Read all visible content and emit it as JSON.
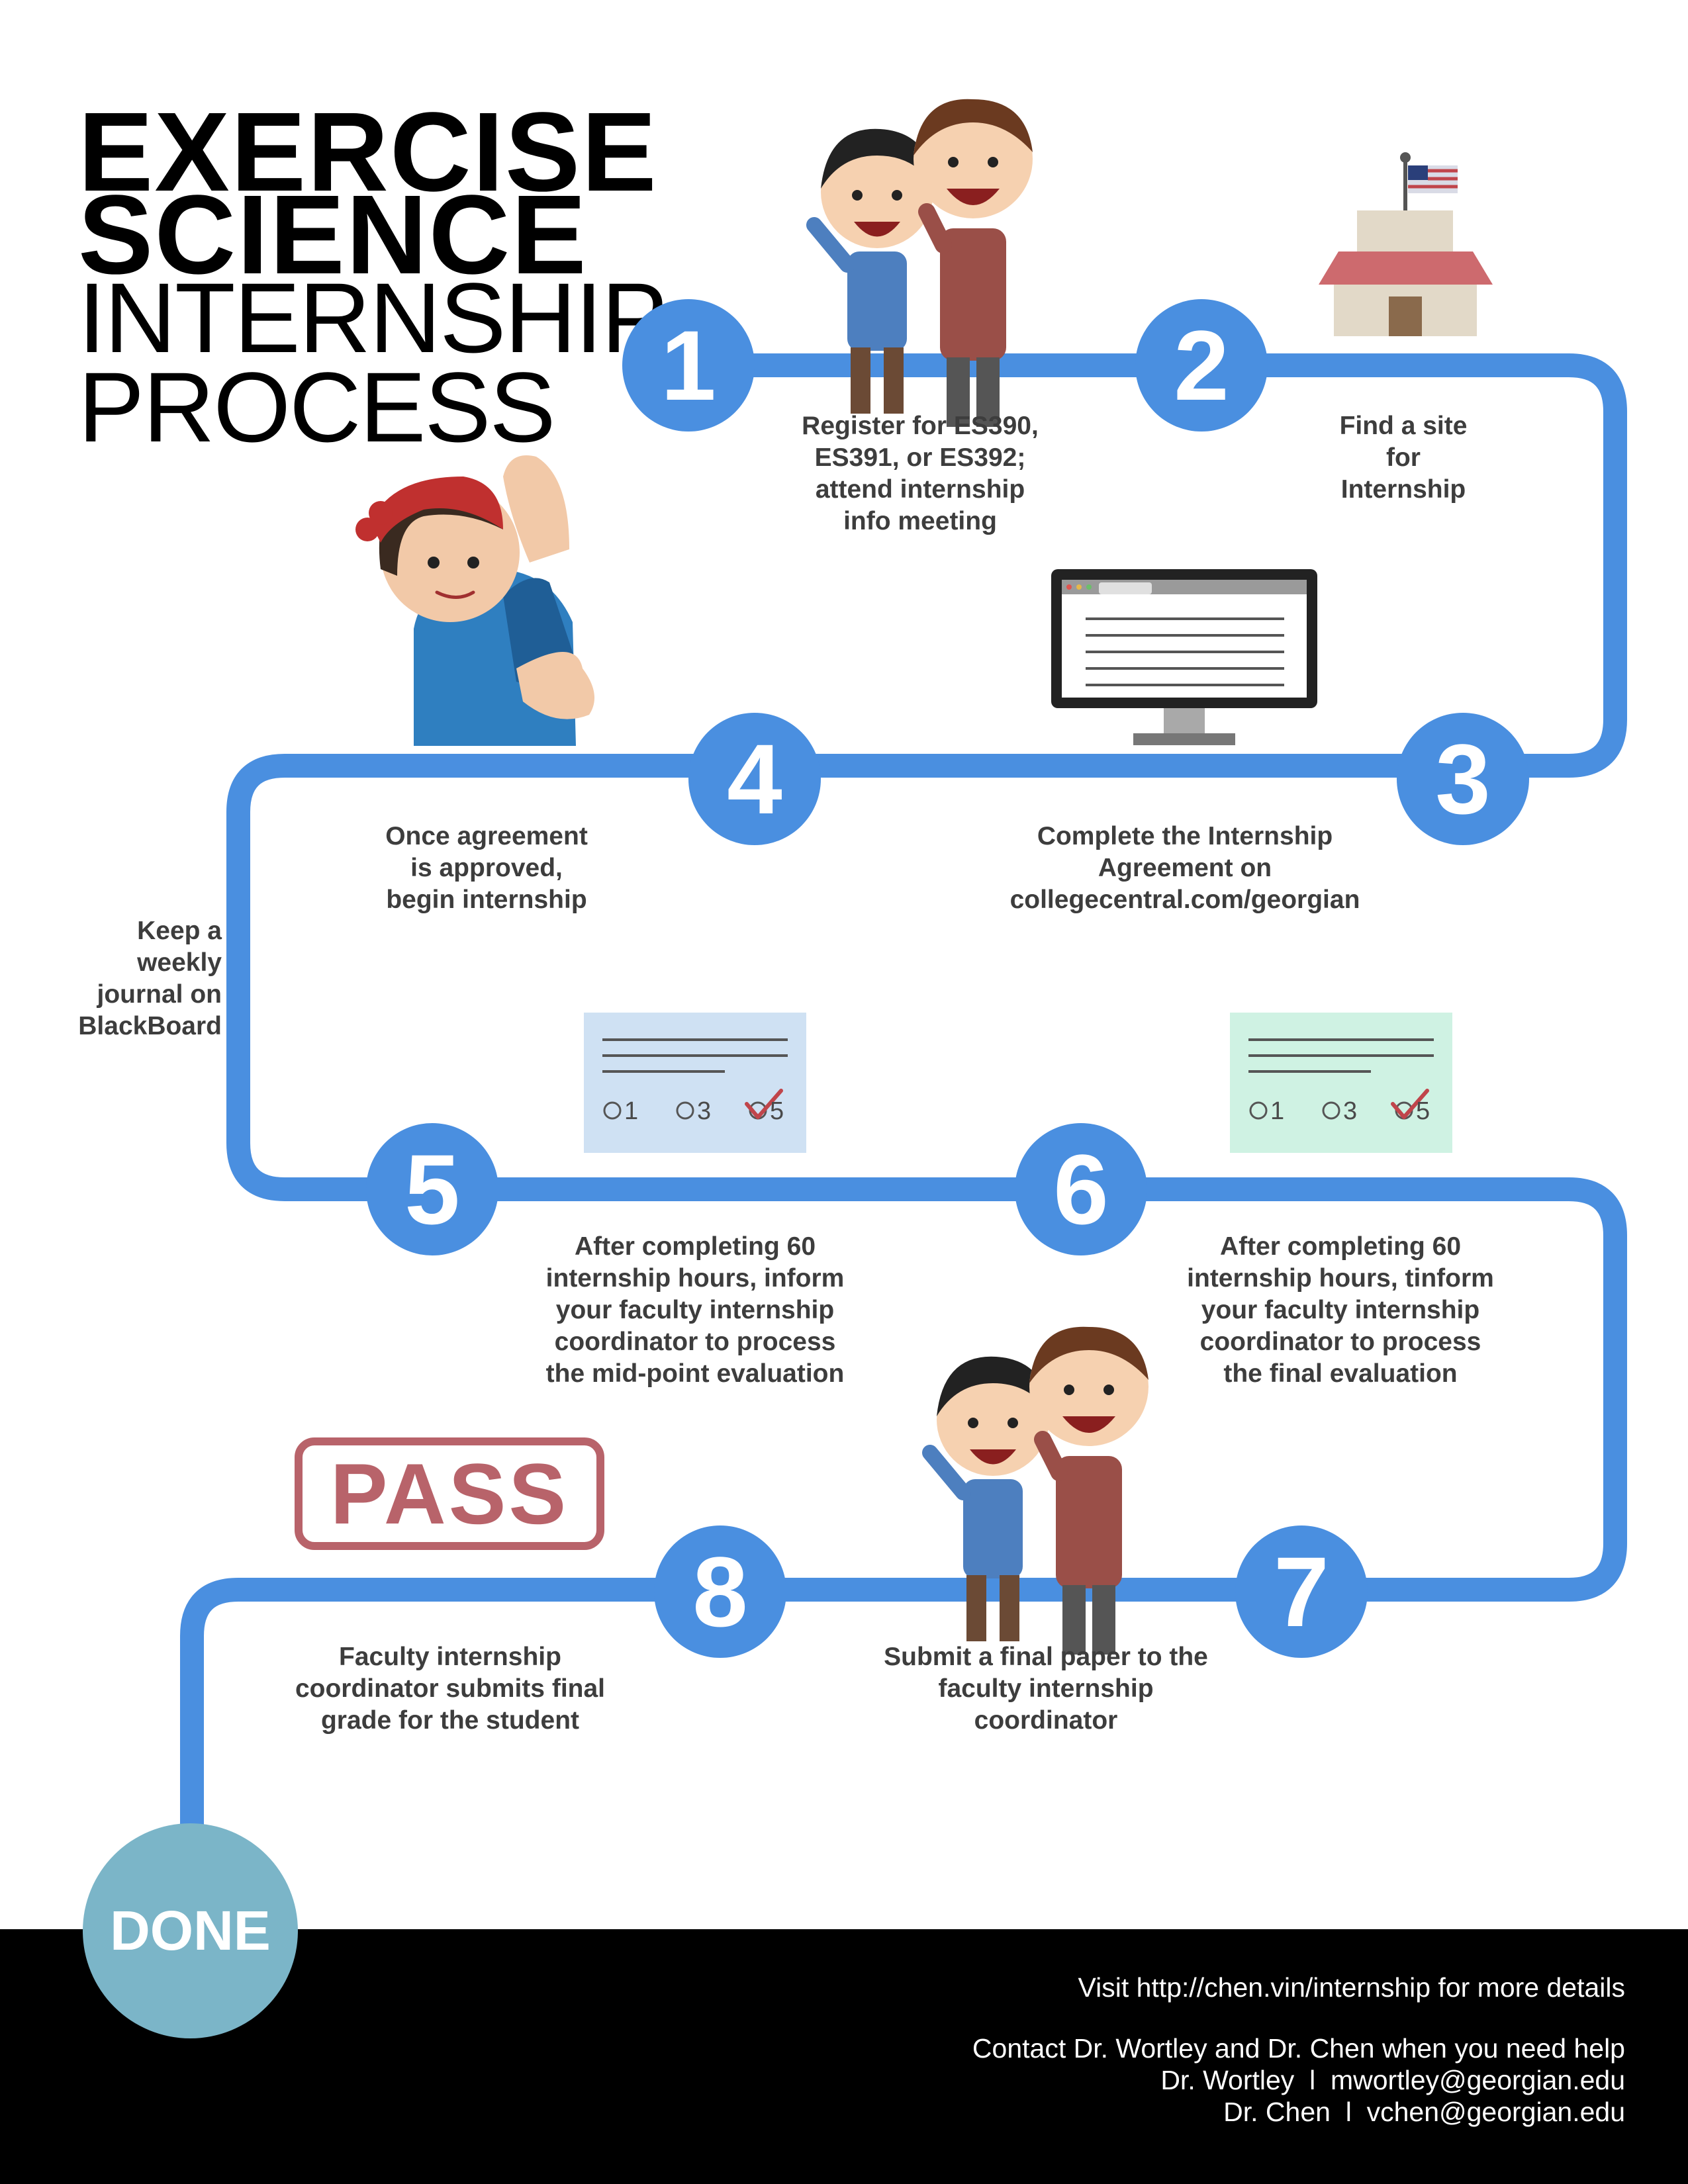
{
  "title": {
    "line1": "EXERCISE",
    "line2": "SCIENCE",
    "line3": "INTERNSHIP",
    "line4": "PROCESS"
  },
  "steps": [
    {
      "number": "1",
      "text": "Register for ES390,\nES391, or ES392;\nattend internship\ninfo meeting"
    },
    {
      "number": "2",
      "text": "Find a site\nfor\nInternship"
    },
    {
      "number": "3",
      "text": "Complete the Internship\nAgreement on\ncollegecentral.com/georgian"
    },
    {
      "number": "4",
      "text": "Once agreement\nis approved,\nbegin internship"
    },
    {
      "number": "5",
      "text": "After completing 60\ninternship hours, inform\nyour faculty internship\ncoordinator to process\nthe mid-point evaluation"
    },
    {
      "number": "6",
      "text": "After completing 60\ninternship hours, tinform\nyour faculty internship\ncoordinator to process\nthe final evaluation"
    },
    {
      "number": "7",
      "text": "Submit a final paper to the\nfaculty internship\ncoordinator"
    },
    {
      "number": "8",
      "text": "Faculty internship\ncoordinator submits final\ngrade for the student"
    }
  ],
  "side_note": "Keep a\nweekly\njournal on\nBlackBoard",
  "rating_cards": [
    {
      "options": [
        "1",
        "3",
        "5"
      ],
      "color": "#cfe1f3"
    },
    {
      "options": [
        "1",
        "3",
        "5"
      ],
      "color": "#cff2e3"
    }
  ],
  "pass_stamp": "PASS",
  "done": "DONE",
  "footer": {
    "visit": "Visit http://chen.vin/internship for more details",
    "contact": "Contact Dr. Wortley and Dr. Chen when you need help",
    "wortley": "Dr. Wortley  l  mwortley@georgian.edu",
    "chen": "Dr. Chen  l  vchen@georgian.edu"
  },
  "colors": {
    "path": "#4a8fe0",
    "step_circle": "#4a8fe0",
    "done_circle": "#7bb5c8",
    "stamp": "#b8636a",
    "text": "#3d3d3d",
    "footer_bg": "#000000"
  }
}
